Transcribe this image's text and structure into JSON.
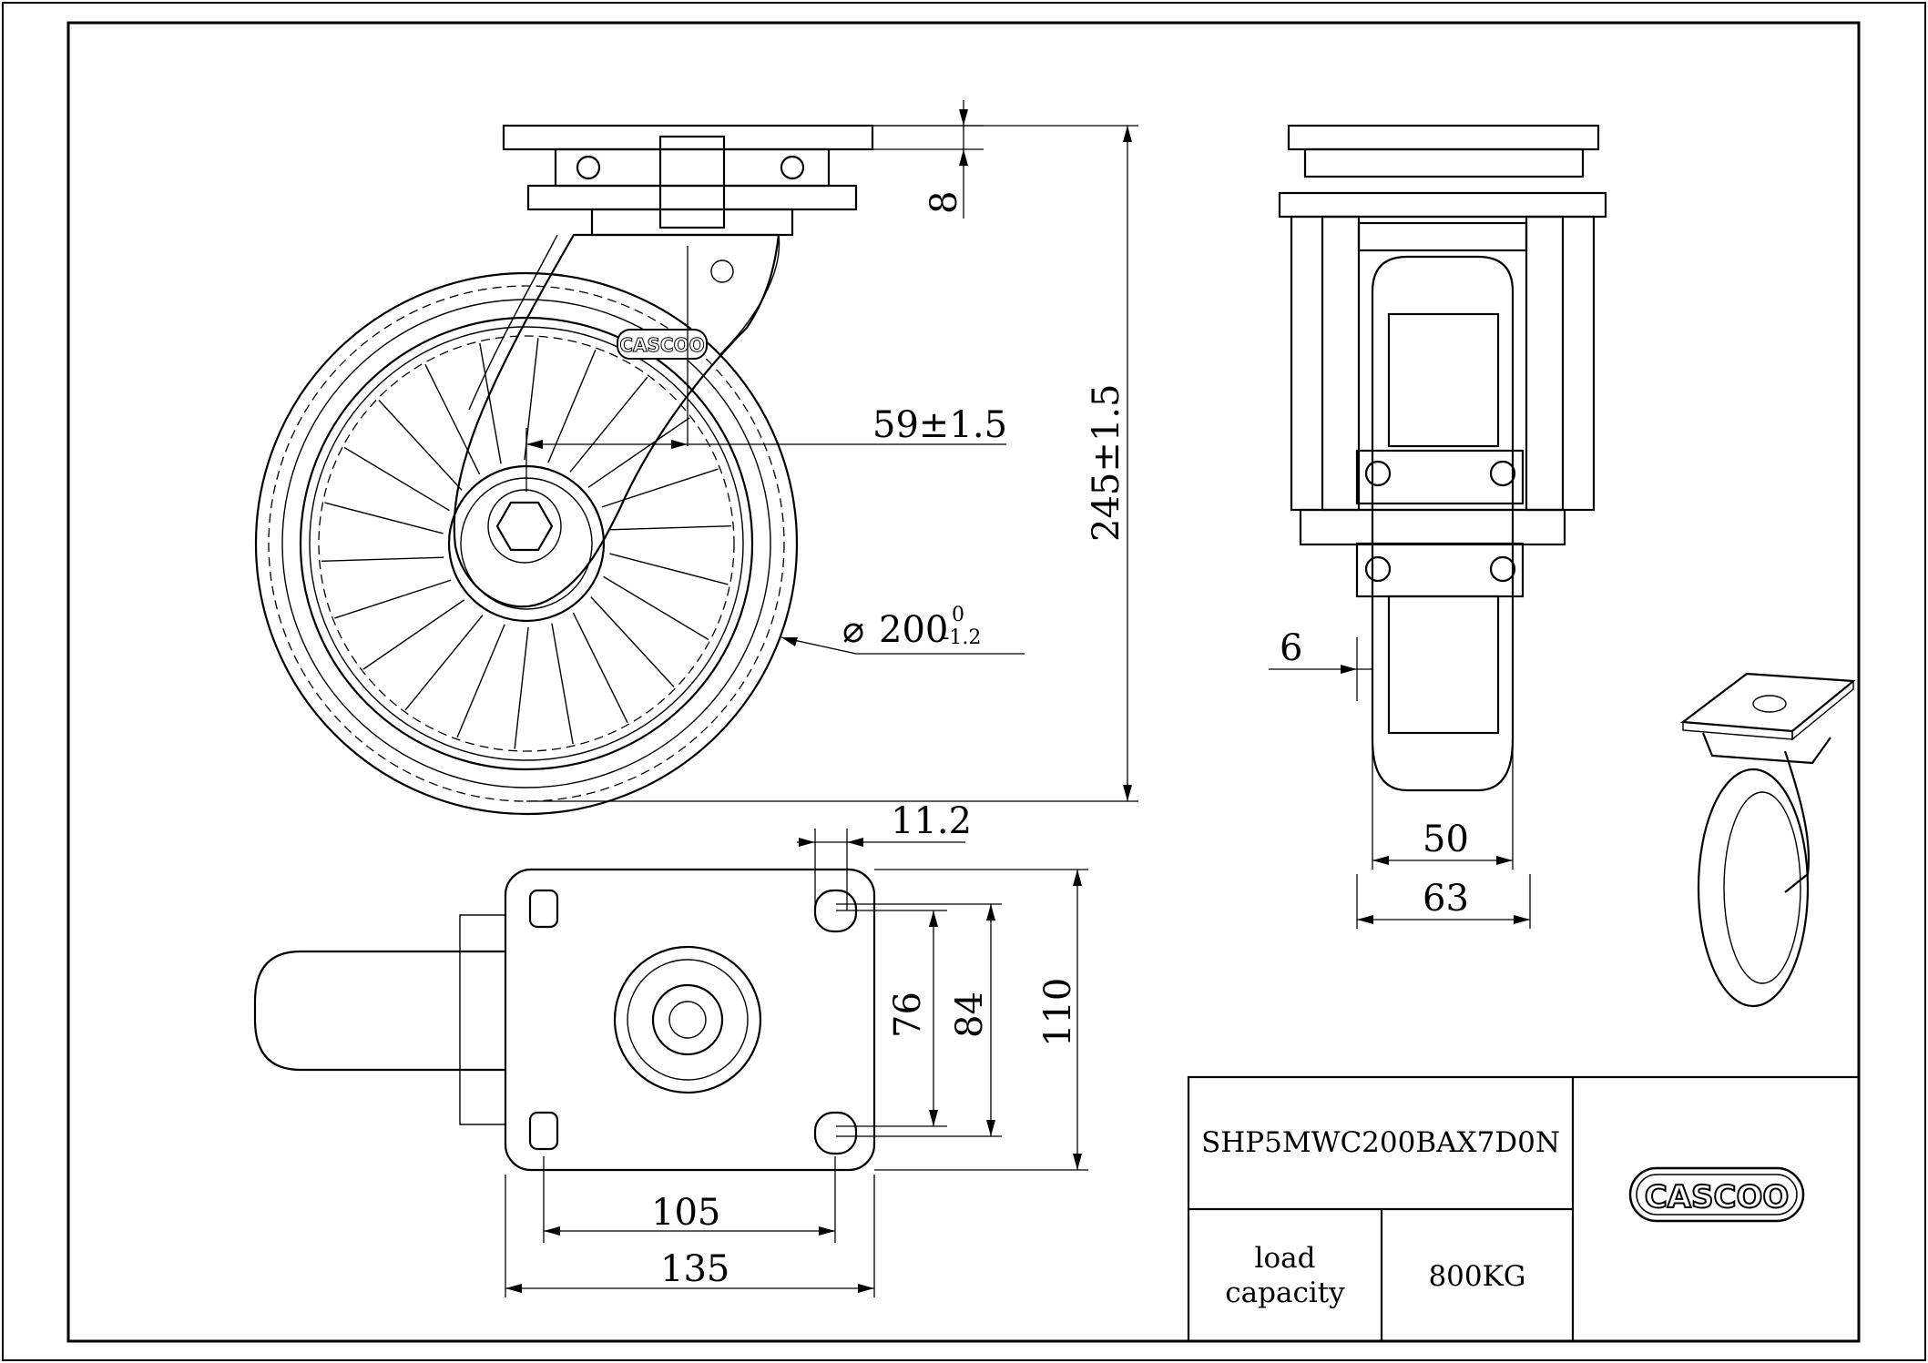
{
  "dimensions": {
    "top_height": "8",
    "offset": "59±1.5",
    "total_height": "245±1.5",
    "wheel_diameter": "200",
    "wheel_tol_upper": "0",
    "wheel_tol_lower": "-1.2",
    "tread_gap": "6",
    "wheel_width": "50",
    "fork_width": "63",
    "bolt_slot": "11.2",
    "hole_spacing_small": "76",
    "hole_spacing_large": "84",
    "plate_width": "110",
    "hole_spacing_x": "105",
    "plate_length": "135"
  },
  "title_block": {
    "part_number": "SHP5MWC200BAX7D0N",
    "load_label_line1": "load",
    "load_label_line2": "capacity",
    "load_value": "800KG"
  },
  "brand": {
    "logo_text": "CASCOO",
    "fork_logo_text": "CASCOO"
  }
}
